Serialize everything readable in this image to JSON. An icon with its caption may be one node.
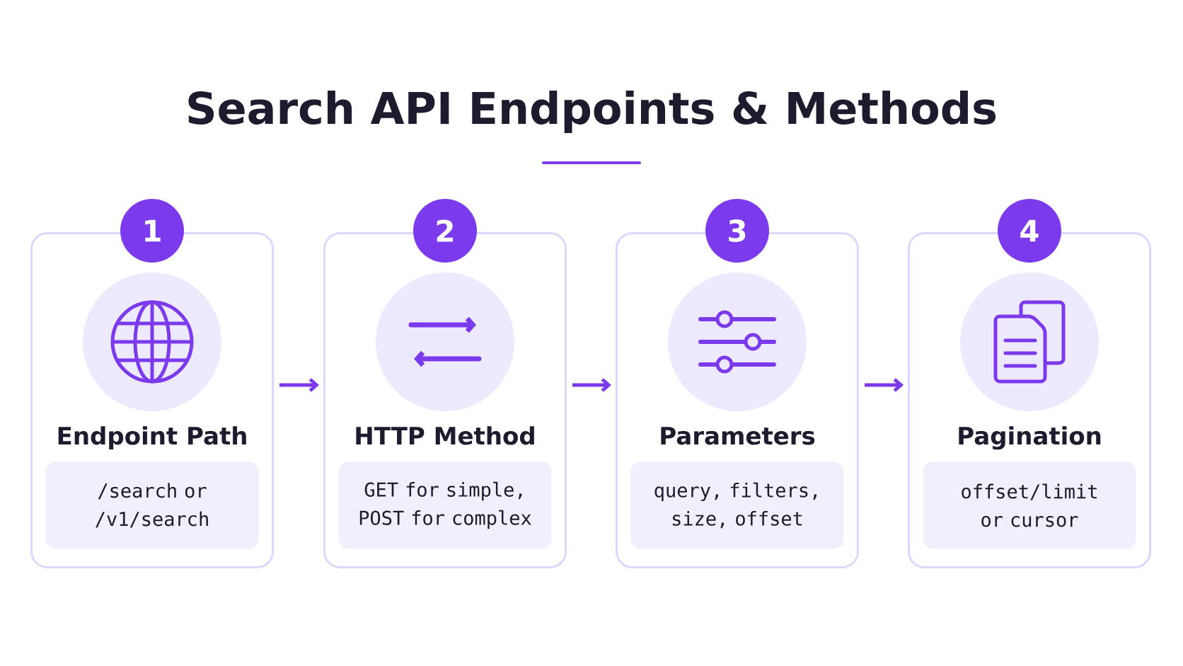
{
  "diagram": {
    "title": "Search API Endpoints & Methods",
    "nodes": [
      {
        "text": [
          "Endpoint Path"
        ]
      },
      {
        "text": [
          "1"
        ]
      },
      {
        "text": [
          "/search or /v1/search"
        ],
        "in": 0
      },
      {
        "text": [
          "HTTP Method"
        ]
      },
      {
        "text": [
          "2"
        ]
      },
      {
        "text": [
          "GET for simple, POST for complex"
        ],
        "in": 3
      },
      {
        "text": [
          "Parameters"
        ]
      },
      {
        "text": [
          "3"
        ]
      },
      {
        "text": [
          "query, filters, size, offset"
        ],
        "in": 6
      },
      {
        "text": [
          "Pagination"
        ]
      },
      {
        "text": [
          "4"
        ]
      },
      {
        "text": [
          "offset/limit or cursor"
        ],
        "in": 9
      }
    ],
    "edges": [
      {
        "from": 0,
        "to": 3,
        "arrow": "to"
      },
      {
        "from": 3,
        "to": 6,
        "arrow": "to"
      },
      {
        "from": 6,
        "to": 9,
        "arrow": "to"
      }
    ]
  }
}
